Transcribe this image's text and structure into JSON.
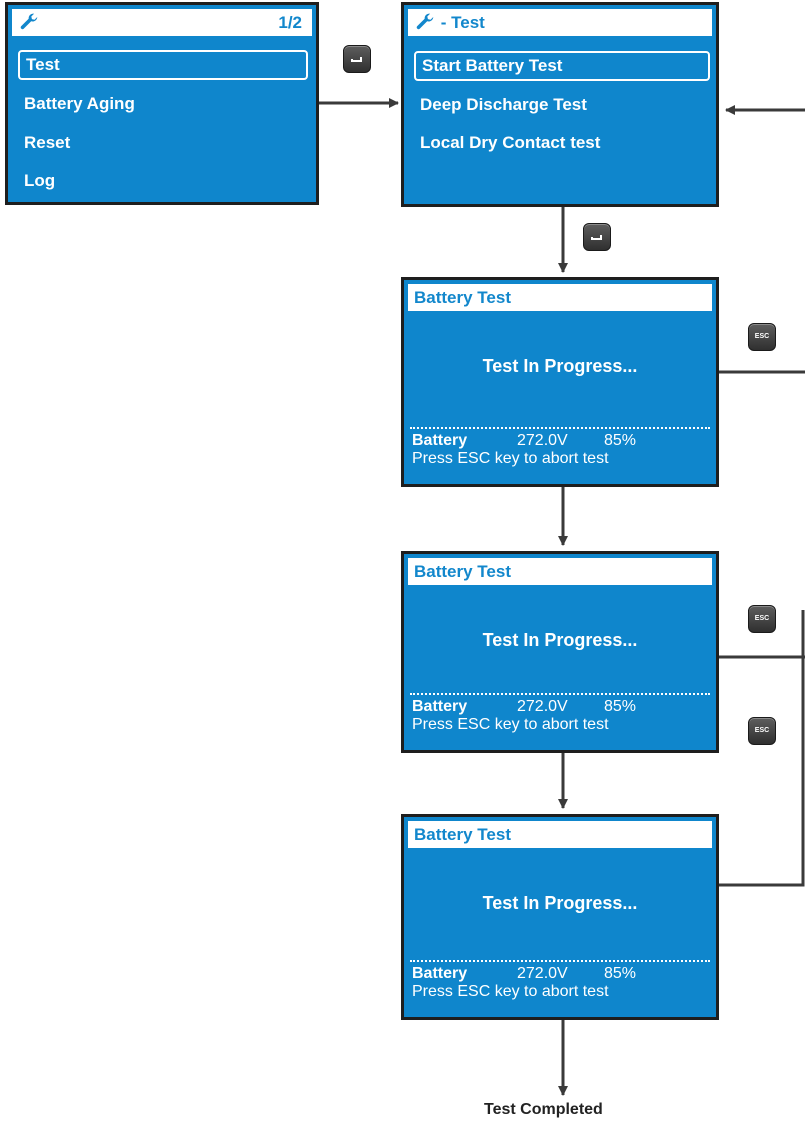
{
  "main_menu": {
    "page": "1/2",
    "items": [
      "Test",
      "Battery Aging",
      "Reset",
      "Log"
    ],
    "selected": "Test"
  },
  "test_menu": {
    "title": "- Test",
    "items": [
      "Start Battery Test",
      "Deep Discharge Test",
      "Local Dry Contact test"
    ],
    "selected": "Start Battery Test"
  },
  "battery_test_screens": [
    {
      "title": "Battery Test",
      "status": "Test In Progress...",
      "battery_label": "Battery",
      "voltage": "272.0V",
      "percent": "85%",
      "hint": "Press ESC key to abort test"
    },
    {
      "title": "Battery Test",
      "status": "Test In Progress...",
      "battery_label": "Battery",
      "voltage": "272.0V",
      "percent": "85%",
      "hint": "Press ESC key to abort test"
    },
    {
      "title": "Battery Test",
      "status": "Test In Progress...",
      "battery_label": "Battery",
      "voltage": "272.0V",
      "percent": "85%",
      "hint": "Press ESC key to abort test"
    }
  ],
  "keys": {
    "enter_icon": "enter-key-icon",
    "esc_label": "ESC"
  },
  "final_caption": "Test Completed",
  "colors": {
    "screen": "#0f86cc",
    "title_text": "#1287cc",
    "border": "#1e1e1e"
  }
}
